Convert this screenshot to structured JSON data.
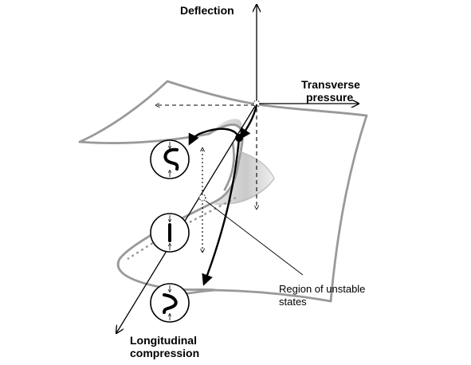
{
  "labels": {
    "deflection": "Deflection",
    "transverse_line1": "Transverse",
    "transverse_line2": "pressure",
    "region_line1": "Region of unstable",
    "region_line2": "states",
    "longitudinal_line1": "Longitudinal",
    "longitudinal_line2": "compression"
  },
  "colors": {
    "surface_stroke": "#999999",
    "fold_fill": "#c8c8c8",
    "line": "#000000"
  }
}
